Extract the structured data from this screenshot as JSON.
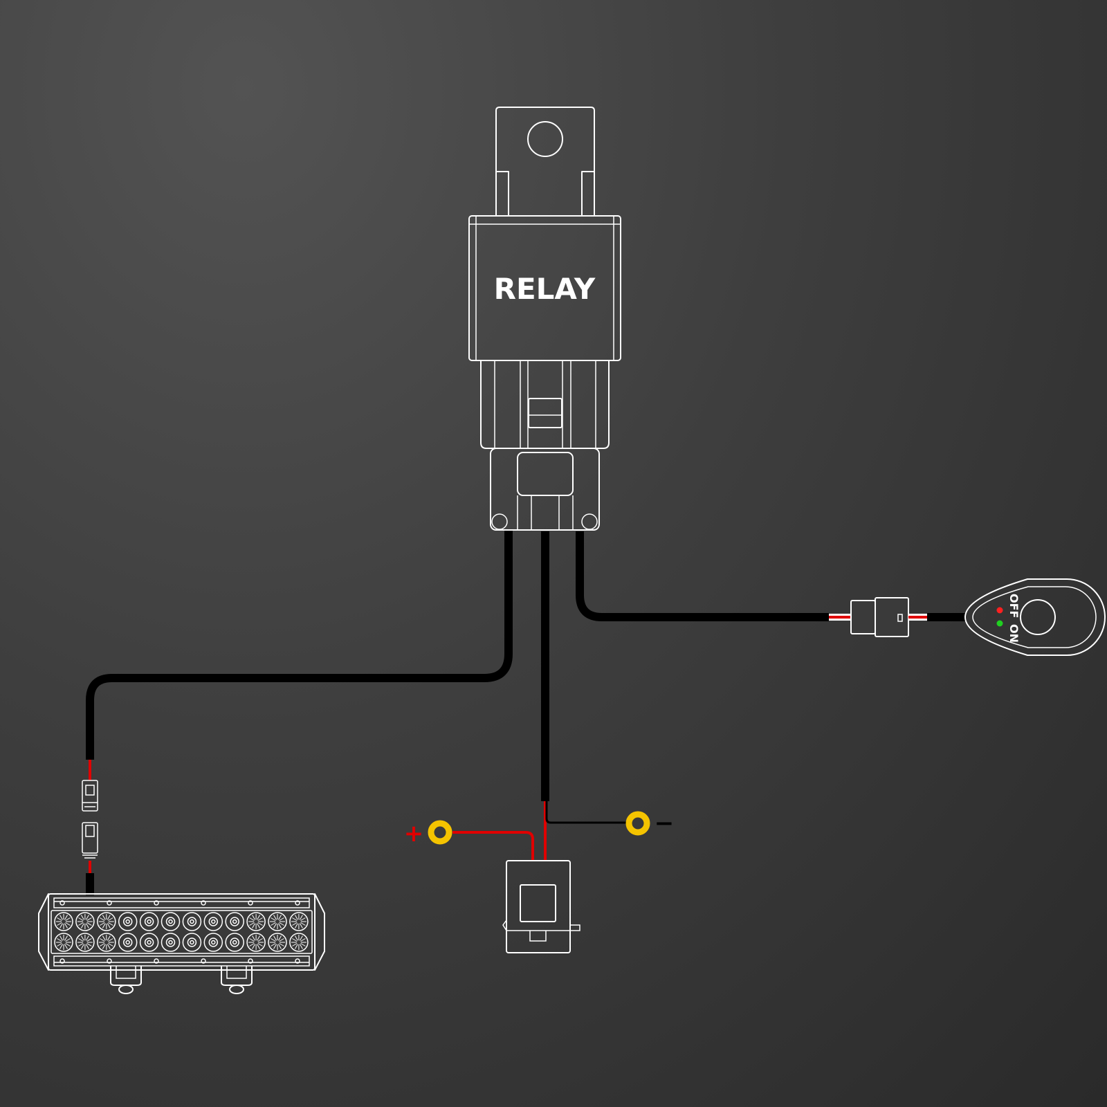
{
  "relay": {
    "label": "RELAY"
  },
  "switch": {
    "off_label": "OFF",
    "on_label": "ON"
  },
  "battery": {
    "positive_label": "+",
    "negative_label": "−"
  },
  "colors": {
    "wire": "#000000",
    "positive_wire": "#e00000",
    "ring_terminal": "#f5c400",
    "outline": "#ffffff",
    "led_off_indicator": "#ff2020",
    "led_on_indicator": "#20d020"
  },
  "icons": [
    "relay-icon",
    "rocker-switch-icon",
    "led-light-bar-icon",
    "fuse-holder-icon",
    "connector-icon",
    "ring-terminal-icon"
  ]
}
